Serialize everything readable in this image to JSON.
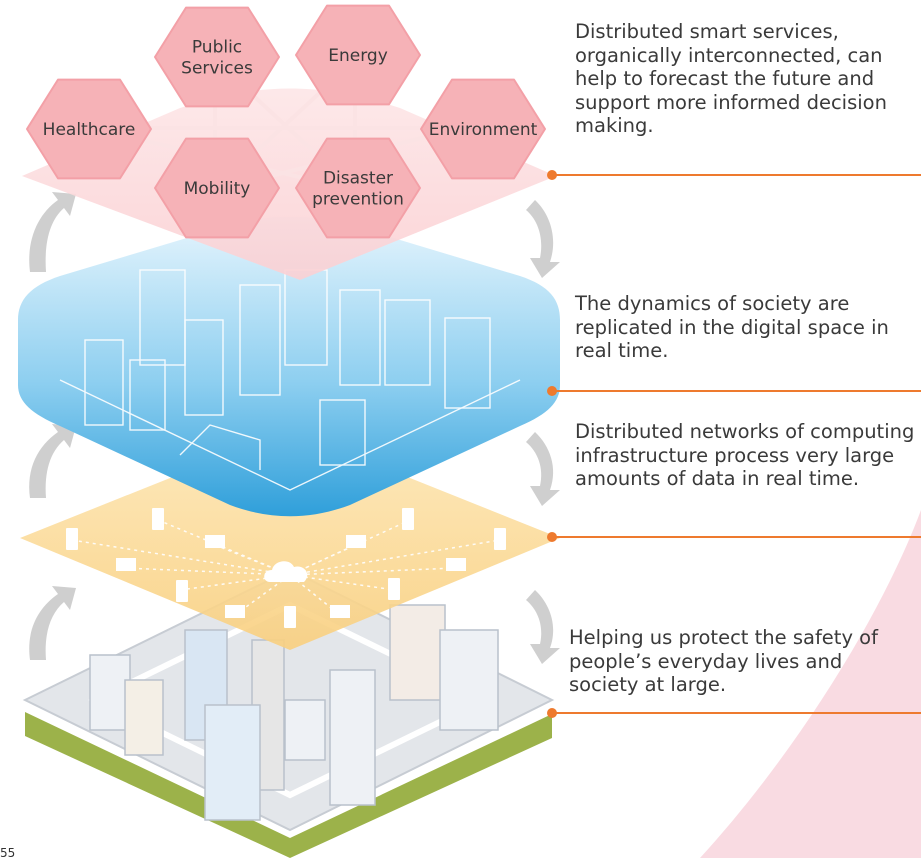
{
  "hexagons": [
    {
      "id": "public-services",
      "lines": [
        "Public",
        "Services"
      ]
    },
    {
      "id": "energy",
      "lines": [
        "Energy"
      ]
    },
    {
      "id": "healthcare",
      "lines": [
        "Healthcare"
      ]
    },
    {
      "id": "environment",
      "lines": [
        "Environment"
      ]
    },
    {
      "id": "mobility",
      "lines": [
        "Mobility"
      ]
    },
    {
      "id": "disaster-prevention",
      "lines": [
        "Disaster",
        "prevention"
      ]
    }
  ],
  "captions": [
    {
      "id": "services",
      "text": "Distributed smart services, organically interconnected, can help to forecast the future and support more informed decision making."
    },
    {
      "id": "digital-twin",
      "text": "The dynamics of society are replicated in the digital space in real time."
    },
    {
      "id": "computing",
      "text": "Distributed networks of computing infrastructure process very large amounts of data in real time."
    },
    {
      "id": "society",
      "text": "Helping us protect the safety of people’s everyday lives and society at large."
    }
  ],
  "page_number": "55",
  "colors": {
    "hex_fill": "#f6b2b7",
    "hex_stroke": "#f3a0a7",
    "pink_layer": "#fbd6d8",
    "blue_layer_top": "#d7eefb",
    "blue_layer_bottom": "#3aa8df",
    "yellow_layer": "#fbdd98",
    "leader_line": "#ee7a2e",
    "arrow_gray": "#c8c8c8",
    "ground_green": "#9cb24a",
    "swoosh": "#f9dbe2"
  }
}
